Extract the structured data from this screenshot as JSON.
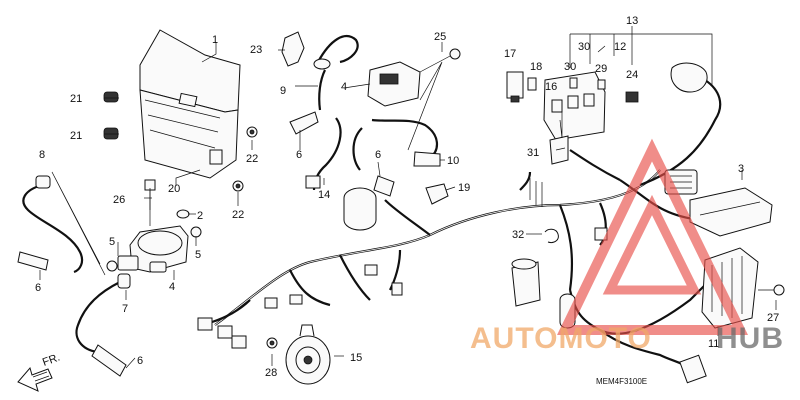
{
  "diagram": {
    "callouts": {
      "c1": "1",
      "c2": "2",
      "c3": "3",
      "c4a": "4",
      "c4b": "4",
      "c5a": "5",
      "c5b": "5",
      "c6a": "6",
      "c6b": "6",
      "c6c": "6",
      "c6d": "6",
      "c7": "7",
      "c8": "8",
      "c9": "9",
      "c10": "10",
      "c11": "11",
      "c12": "12",
      "c13": "13",
      "c14": "14",
      "c15": "15",
      "c16": "16",
      "c17": "17",
      "c18": "18",
      "c19": "19",
      "c20": "20",
      "c21a": "21",
      "c21b": "21",
      "c22a": "22",
      "c22b": "22",
      "c23": "23",
      "c24": "24",
      "c25": "25",
      "c26": "26",
      "c27": "27",
      "c28": "28",
      "c29": "29",
      "c30a": "30",
      "c30b": "30",
      "c31": "31",
      "c32": "32"
    },
    "front_arrow": "FR.",
    "drawing_code": "MEM4F3100E"
  },
  "watermark": {
    "text_part1": "AUTOMOTO",
    "text_part2": "HUB",
    "color_part1": "#f0a868",
    "color_part2": "#6a6a6a",
    "triangle_color": "#e8504a"
  }
}
